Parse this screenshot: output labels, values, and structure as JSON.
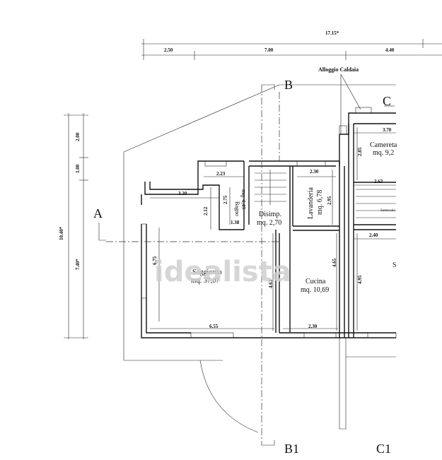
{
  "dimensions": {
    "top_total": "17.15*",
    "top_segments": [
      "2.50",
      "7.00",
      "4.40"
    ],
    "left_total": "10.40*",
    "left_lower": "7.40*",
    "left_segments": [
      "2.00",
      "1.00"
    ],
    "interior": [
      "3.20",
      "2.12",
      "2.23",
      "2.75",
      "1.38",
      "2.30",
      "2.95",
      "6.75",
      "6.55",
      "4.63",
      "4.65",
      "2.30",
      "3.70",
      "2.85",
      "2.63",
      "2.40",
      "4.95"
    ]
  },
  "rooms": [
    {
      "name": "Soggiorno",
      "area": "mq. 37,07"
    },
    {
      "name": "Bagno",
      "area": "mq. 4,49"
    },
    {
      "name": "Disimp.",
      "area": "mq. 2,70"
    },
    {
      "name": "Lavanderia",
      "area": "mq. 6,78"
    },
    {
      "name": "Cucina",
      "area": "mq. 10,69"
    },
    {
      "name": "Camereta",
      "area": "mq. 9,2"
    }
  ],
  "labels": {
    "alloggio": "Alloggio Caldaia",
    "sottoscala": "Sottoscala",
    "section_a": "A",
    "section_b": "B",
    "section_b1": "B1",
    "section_c": "C",
    "section_c1": "C1",
    "partial_room": "S"
  },
  "watermark": "idealista"
}
